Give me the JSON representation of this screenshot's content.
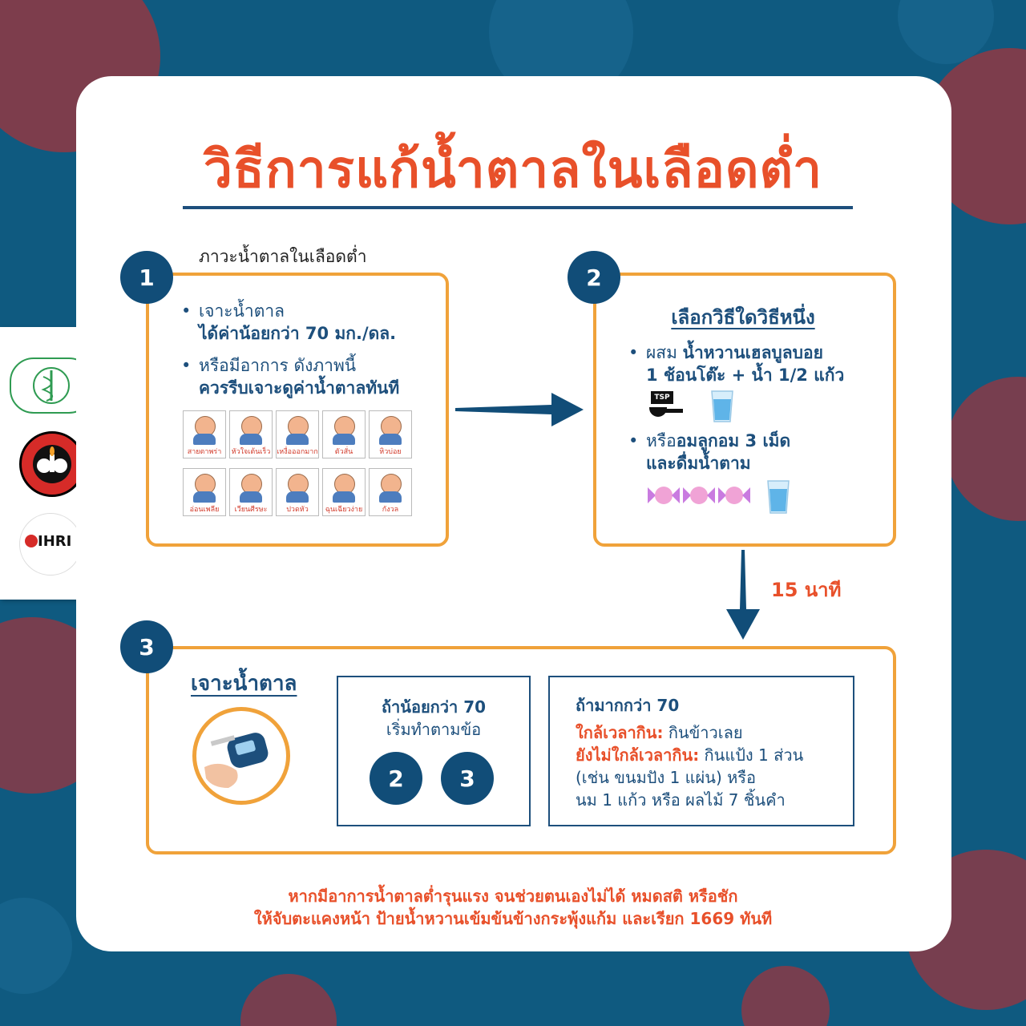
{
  "title": "วิธีการแก้น้ำตาลในเลือดต่ำ",
  "step1": {
    "number": "1",
    "heading": "ภาวะน้ำตาลในเลือดต่ำ",
    "bullet1_line1": "เจาะน้ำตาล",
    "bullet1_line2": "ได้ค่าน้อยกว่า 70 มก./ดล.",
    "bullet2_line1": "หรือมีอาการ ดังภาพนี้",
    "bullet2_line2": "ควรรีบเจาะดูค่าน้ำตาลทันที",
    "symptoms": [
      "สายตาพร่า",
      "หัวใจเต้นเร็ว",
      "เหงื่อออกมาก",
      "ตัวสั่น",
      "หิวบ่อย",
      "อ่อนเพลีย",
      "เวียนศีรษะ",
      "ปวดหัว",
      "ฉุนเฉียวง่าย",
      "กังวล"
    ]
  },
  "step2": {
    "number": "2",
    "heading": "เลือกวิธีใดวิธีหนึ่ง",
    "option1_prefix": "ผสม ",
    "option1_bold1": "น้ำหวานเฮลบูลบอย",
    "option1_line2": "1 ช้อนโต๊ะ + น้ำ 1/2 แก้ว",
    "tsp_label": "TSP",
    "option2_prefix": "หรือ",
    "option2_bold1": "อมลูกอม 3 เม็ด",
    "option2_line2": "และดื่มน้ำตาม"
  },
  "wait_label": "15 นาที",
  "step3": {
    "number": "3",
    "heading": "เจาะน้ำตาล",
    "less": {
      "title": "ถ้าน้อยกว่า 70",
      "subtitle": "เริ่มทำตามข้อ",
      "steps": [
        "2",
        "3"
      ]
    },
    "more": {
      "title": "ถ้ามากกว่า 70",
      "line1_label": "ใกล้เวลากิน:",
      "line1_text": " กินข้าวเลย",
      "line2_label": "ยังไม่ใกล้เวลากิน:",
      "line2_text": " กินแป้ง 1 ส่วน",
      "line3": "(เช่น ขนมปัง 1 แผ่น) หรือ",
      "line4": "นม 1 แก้ว หรือ ผลไม้ 7 ชิ้นคำ"
    }
  },
  "footer": {
    "line1": "หากมีอาการน้ำตาลต่ำรุนแรง จนช่วยตนเองไม่ได้ หมดสติ หรือชัก",
    "line2": "ให้จับตะแคงหน้า ป้ายน้ำหวานเข้มข้นข้างกระพุ้งแก้ม และเรียก 1669 ทันที"
  },
  "logos": {
    "logo3_text": "IHRI"
  },
  "colors": {
    "background": "#0f5a80",
    "accent_orange": "#e8502a",
    "box_border": "#f0a23a",
    "navy": "#114d78",
    "virus": "#8a3a46"
  }
}
